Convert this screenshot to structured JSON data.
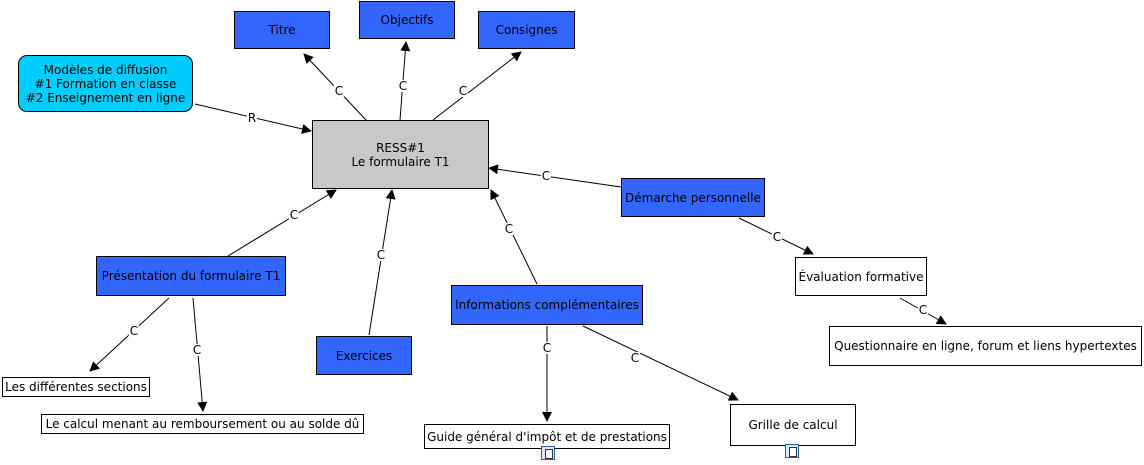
{
  "nodes": {
    "center": "RESS#1\nLe formulaire T1",
    "titre": "Titre",
    "objectifs": "Objectifs",
    "consignes": "Consignes",
    "modeles": "Modèles de diffusion\n#1 Formation en classe\n#2 Enseignement en ligne",
    "demarche": "Démarche personnelle",
    "evaluation": "Évaluation formative",
    "questionnaire": "Questionnaire en ligne, forum et liens hypertextes",
    "presentation": "Présentation du formulaire T1",
    "sections": "Les différentes sections",
    "calcul": "Le calcul menant au remboursement ou au solde dû",
    "exercices": "Exercices",
    "informations": "Informations complémentaires",
    "guide": "Guide général d'impôt et de prestations",
    "grille": "Grille de calcul"
  },
  "links": {
    "center_titre": "C",
    "center_objectifs": "C",
    "center_consignes": "C",
    "modeles_center": "R",
    "demarche_center": "C",
    "demarche_evaluation": "C",
    "evaluation_questionnaire": "C",
    "presentation_center": "C",
    "presentation_sections": "C",
    "presentation_calcul": "C",
    "exercices_center": "C",
    "informations_center": "C",
    "informations_guide": "C",
    "informations_grille": "C"
  },
  "icons": {
    "guide": "document-icon",
    "grille": "document-icon"
  },
  "colors": {
    "concept_blue": "#3366ff",
    "center_gray": "#c8c8c8",
    "model_cyan": "#00ccff"
  }
}
